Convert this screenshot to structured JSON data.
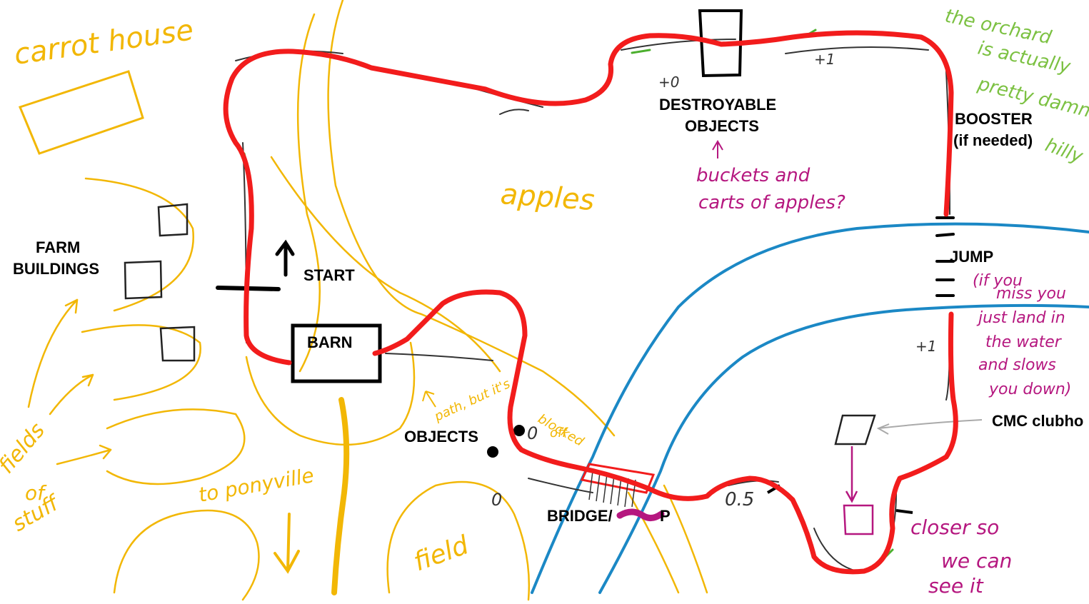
{
  "labels": {
    "start": "START",
    "barn": "BARN",
    "farm_buildings_1": "FARM",
    "farm_buildings_2": "BUILDINGS",
    "destroyable_1": "DESTROYABLE",
    "destroyable_2": "OBJECTS",
    "booster_1": "BOOSTER",
    "booster_2": "(if needed)",
    "jump": "JUMP",
    "objects": "OBJECTS",
    "bridge": "BRIDGE/",
    "bridge_tail": "P",
    "cmc": "CMC clubho"
  },
  "notes_yellow": {
    "carrot_house": "carrot house",
    "apples": "apples",
    "fields_1": "fields",
    "fields_2": "of",
    "fields_3": "stuff",
    "to_ponyville": "to ponyville",
    "path_1": "path, but it's",
    "path_2": "blocked",
    "path_3": "off",
    "field": "field"
  },
  "notes_magenta": {
    "buckets_1": "buckets and",
    "buckets_2": "carts of apples?",
    "jump_1": "(if you",
    "jump_2": "miss you",
    "jump_3": "just land in",
    "jump_4": "the water",
    "jump_5": "and slows",
    "jump_6": "you down)",
    "closer_1": "closer so",
    "closer_2": "we can",
    "closer_3": "see it"
  },
  "notes_green": {
    "orchard_1": "the orchard",
    "orchard_2": "is actually",
    "orchard_3": "pretty damn",
    "orchard_4": "hilly"
  },
  "track_marks": {
    "plus0_top": "+0",
    "plus1_top": "+1",
    "plus1_right": "+1",
    "half": "0.5",
    "zero_left": "0",
    "zero_objects": "0"
  },
  "colors": {
    "track": "#f21c1c",
    "river": "#1b88c5",
    "notes_yellow": "#f2b705",
    "notes_magenta": "#b5177f",
    "notes_green": "#7cc142",
    "ink": "#000000"
  }
}
